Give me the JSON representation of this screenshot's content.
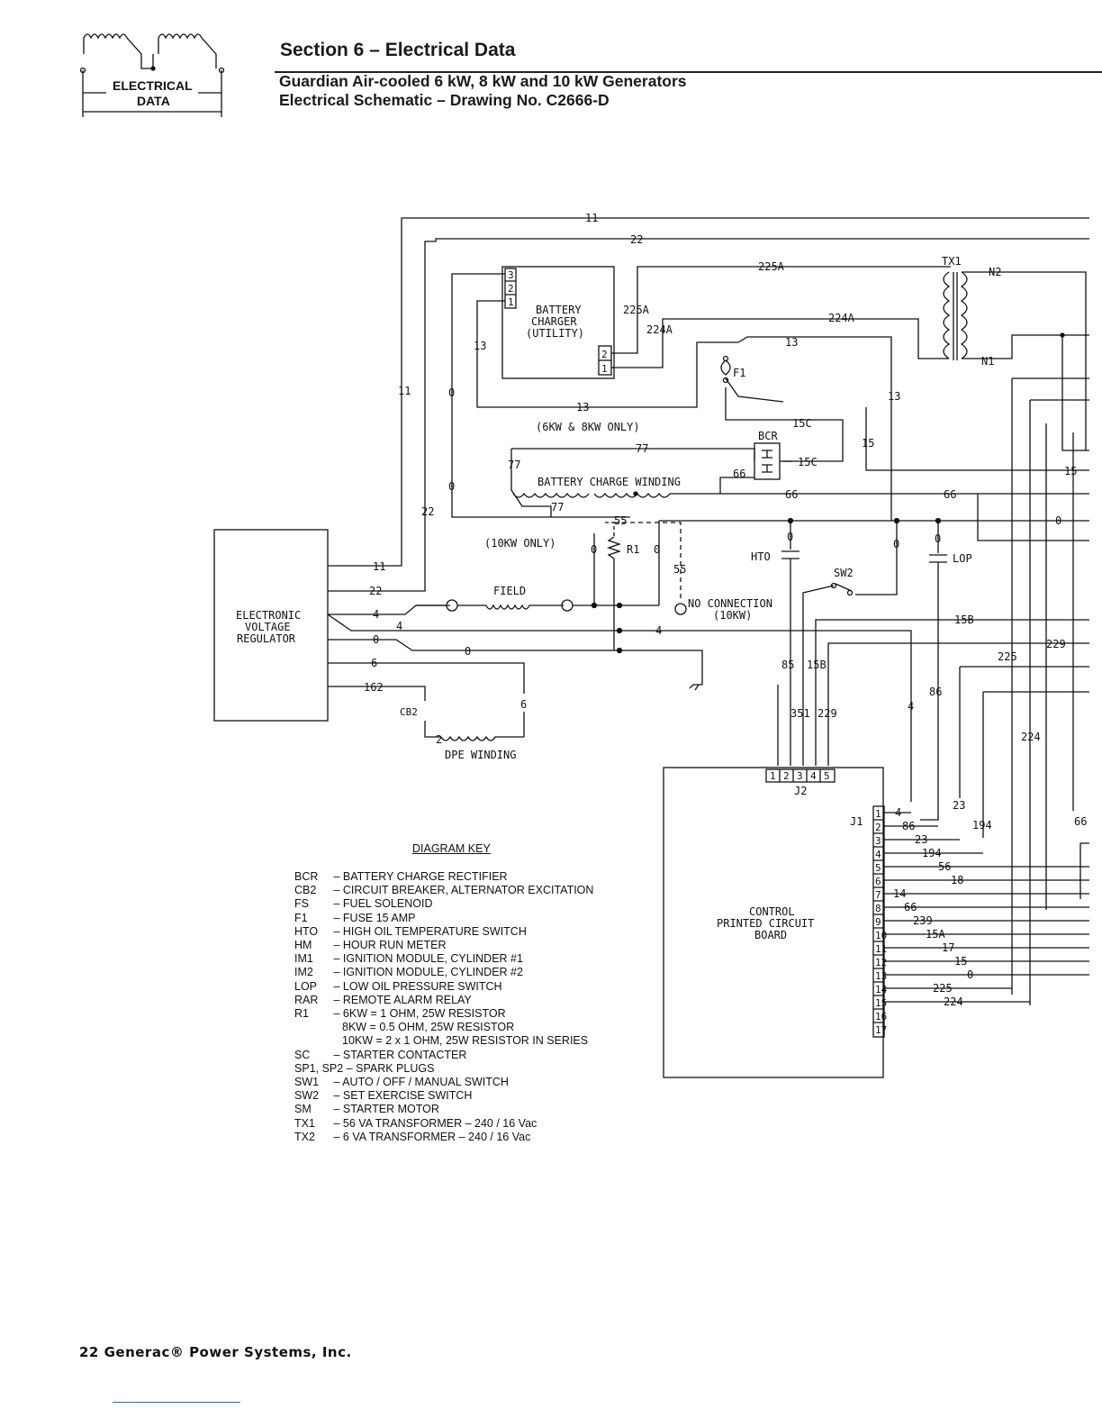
{
  "logo": {
    "line1": "ELECTRICAL",
    "line2": "DATA"
  },
  "header": {
    "section": "Section 6 – Electrical Data",
    "subtitle1": "Guardian Air-cooled 6 kW, 8 kW and 10 kW Generators",
    "subtitle2": "Electrical Schematic – Drawing No. C2666-D"
  },
  "footer": {
    "text": "22 Generac® Power Systems, Inc."
  },
  "schematic": {
    "evr": [
      "ELECTRONIC",
      "VOLTAGE",
      "REGULATOR"
    ],
    "charger": [
      "BATTERY",
      "CHARGER",
      "(UTILITY)"
    ],
    "tx1": "TX1",
    "n2": "N2",
    "n1": "N1",
    "f1": "F1",
    "bcr": "BCR",
    "note_6_8": "(6KW & 8KW ONLY)",
    "note_10": "(10KW ONLY)",
    "bcw": "BATTERY CHARGE WINDING",
    "field": "FIELD",
    "r1": "R1",
    "hto": "HTO",
    "sw2": "SW2",
    "lop": "LOP",
    "noconn1": "NO CONNECTION",
    "noconn2": "(10KW)",
    "cb2": "CB2",
    "dpe": "DPE WINDING",
    "cpcb": [
      "CONTROL",
      "PRINTED CIRCUIT",
      "BOARD"
    ],
    "j1": "J1",
    "j2": "J2",
    "j2pins": [
      "1",
      "2",
      "3",
      "4",
      "5"
    ],
    "j1pins": [
      "1",
      "2",
      "3",
      "4",
      "5",
      "6",
      "7",
      "8",
      "9",
      "10",
      "11",
      "12",
      "13",
      "14",
      "15",
      "16",
      "17"
    ],
    "j1wires": [
      "4",
      "86",
      "23",
      "194",
      "56",
      "18",
      "14",
      "66",
      "239",
      "15A",
      "17",
      "15",
      "0",
      "225",
      "224"
    ],
    "wires": {
      "w11": "11",
      "w22": "22",
      "w225a": "225A",
      "w224a": "224A",
      "w13": "13",
      "w0": "0",
      "w15c": "15C",
      "w15": "15",
      "w77": "77",
      "w66": "66",
      "w55": "55",
      "w4": "4",
      "w6": "6",
      "w162": "162",
      "w2": "2",
      "w15b": "15B",
      "w229": "229",
      "w225": "225",
      "w224": "224",
      "w85": "85",
      "w86": "86",
      "w351": "351",
      "w23": "23",
      "w194": "194"
    }
  },
  "diagram_key": {
    "title": "DIAGRAM KEY",
    "entries": [
      {
        "abbr": "BCR",
        "desc": "BATTERY CHARGE RECTIFIER"
      },
      {
        "abbr": "CB2",
        "desc": "CIRCUIT BREAKER, ALTERNATOR EXCITATION"
      },
      {
        "abbr": "FS",
        "desc": "FUEL SOLENOID"
      },
      {
        "abbr": "F1",
        "desc": "FUSE 15 AMP"
      },
      {
        "abbr": "HTO",
        "desc": "HIGH OIL TEMPERATURE SWITCH"
      },
      {
        "abbr": "HM",
        "desc": "HOUR RUN METER"
      },
      {
        "abbr": "IM1",
        "desc": "IGNITION MODULE, CYLINDER #1"
      },
      {
        "abbr": "IM2",
        "desc": "IGNITION MODULE, CYLINDER #2"
      },
      {
        "abbr": "LOP",
        "desc": "LOW OIL PRESSURE SWITCH"
      },
      {
        "abbr": "RAR",
        "desc": "REMOTE ALARM RELAY"
      },
      {
        "abbr": "R1",
        "desc": "6KW = 1 OHM, 25W RESISTOR"
      }
    ],
    "r1_extra": [
      "8KW = 0.5 OHM, 25W RESISTOR",
      "10KW = 2 x 1 OHM, 25W RESISTOR IN SERIES"
    ],
    "entries2": [
      {
        "abbr": "SC",
        "desc": "STARTER CONTACTER"
      },
      {
        "abbr": "SP1, SP2",
        "desc": "SPARK PLUGS"
      },
      {
        "abbr": "SW1",
        "desc": "AUTO / OFF / MANUAL SWITCH"
      },
      {
        "abbr": "SW2",
        "desc": "SET EXERCISE SWITCH"
      },
      {
        "abbr": "SM",
        "desc": "STARTER MOTOR"
      },
      {
        "abbr": "TX1",
        "desc": "56 VA TRANSFORMER – 240 / 16 Vac"
      },
      {
        "abbr": "TX2",
        "desc": "6 VA TRANSFORMER – 240 / 16 Vac"
      }
    ]
  }
}
